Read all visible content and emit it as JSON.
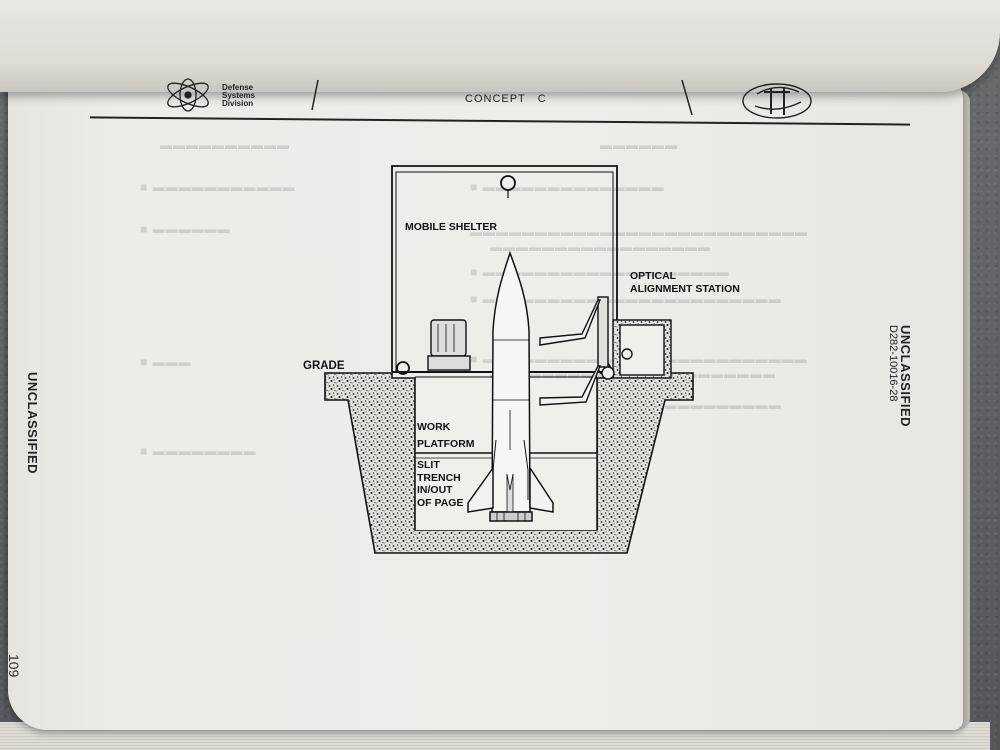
{
  "header": {
    "division_lines": [
      "Defense",
      "Systems",
      "Division"
    ],
    "concept_label": "CONCEPT",
    "concept_letter": "C"
  },
  "classification_left": "UNCLASSIFIED",
  "classification_right": "UNCLASSIFIED",
  "document_number": "D282-10016-28",
  "page_number": "109",
  "diagram": {
    "mobile_shelter": "MOBILE SHELTER",
    "optical_line1": "OPTICAL",
    "optical_line2": "ALIGNMENT STATION",
    "grade": "GRADE",
    "work_line1": "WORK",
    "work_line2": "PLATFORM",
    "slit_line1": "SLIT",
    "slit_line2": "TRENCH",
    "slit_line3": "IN/OUT",
    "slit_line4": "OF PAGE"
  },
  "colors": {
    "paper": "#eeece7",
    "ink": "#111111",
    "background": "#5c5d60"
  }
}
